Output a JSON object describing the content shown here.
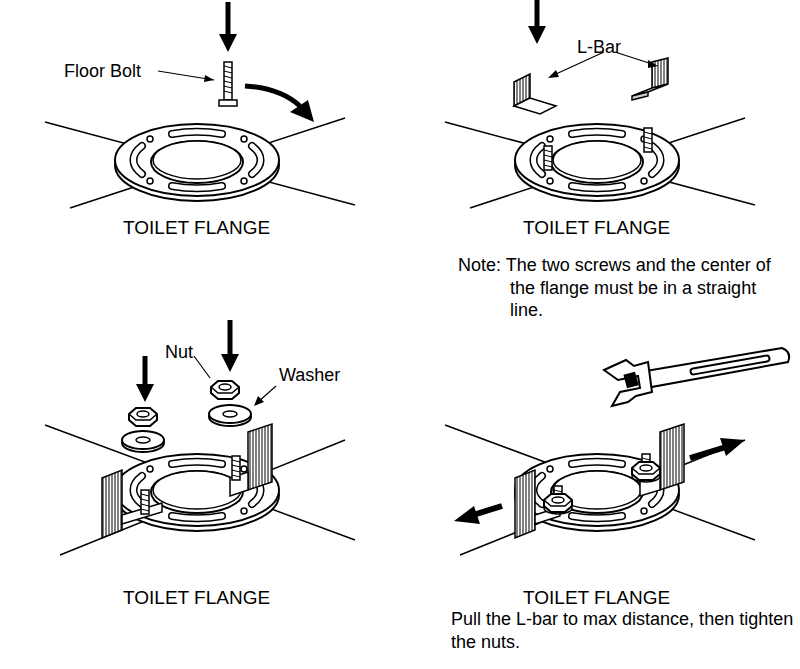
{
  "diagram": {
    "labels": [
      "Floor Bolt",
      "TOILET FLANGE",
      "L-Bar",
      "TOILET FLANGE",
      "Note: The two screws and the center of the flange must be in a straight line.",
      "Nut",
      "Washer",
      "TOILET FLANGE",
      "TOILET FLANGE",
      "Pull the L-bar to max distance, then tighten the nuts."
    ]
  }
}
